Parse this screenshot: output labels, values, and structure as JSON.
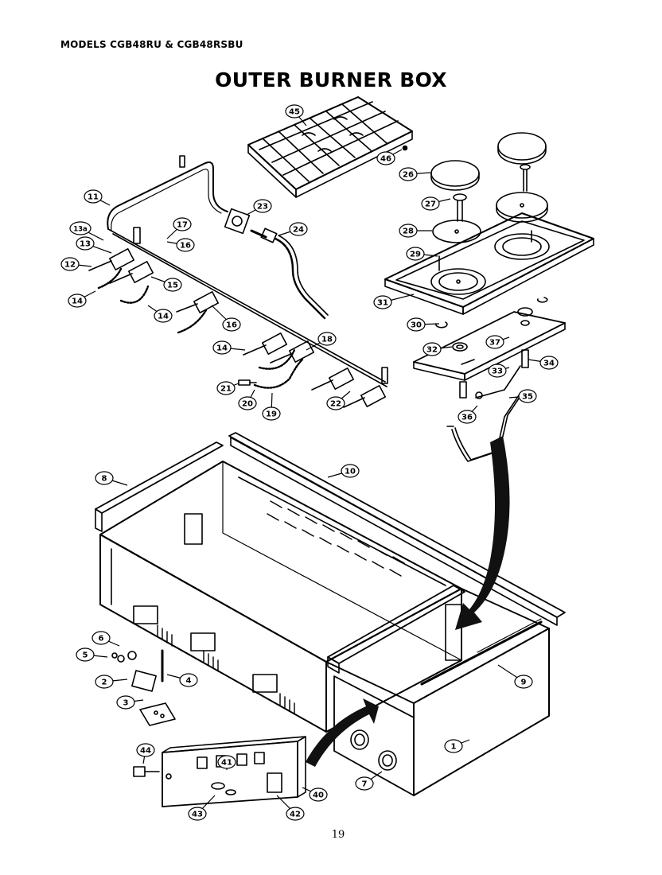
{
  "header": {
    "models": "MODELS CGB48RU & CGB48RSBU",
    "title": "OUTER BURNER BOX"
  },
  "page_number": "19",
  "callouts": [
    "45",
    "46",
    "26",
    "27",
    "28",
    "29",
    "31",
    "30",
    "32",
    "37",
    "33",
    "34",
    "35",
    "36",
    "11",
    "23",
    "24",
    "13a",
    "17",
    "13",
    "16",
    "12",
    "15",
    "14",
    "14",
    "16",
    "14",
    "18",
    "21",
    "20",
    "19",
    "22",
    "8",
    "10",
    "6",
    "5",
    "4",
    "2",
    "3",
    "9",
    "1",
    "44",
    "41",
    "7",
    "40",
    "43",
    "42"
  ]
}
